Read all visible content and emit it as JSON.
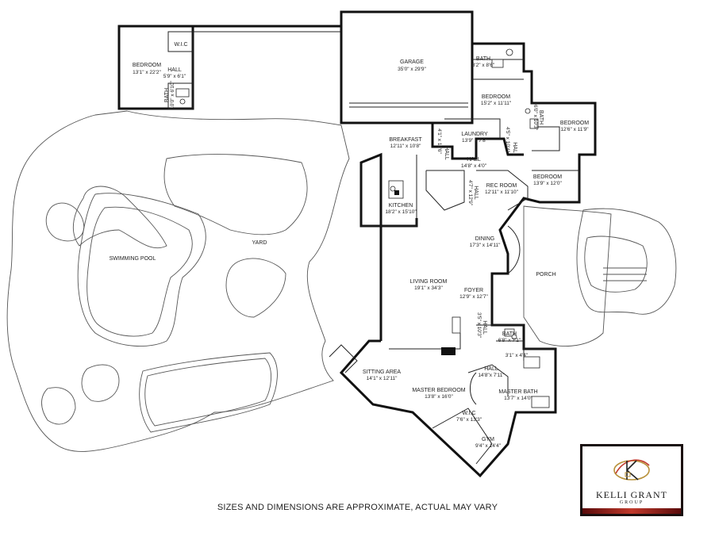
{
  "rooms": [
    {
      "id": "bedroom1",
      "name": "BEDROOM",
      "size": "13'1\" x 22'2\""
    },
    {
      "id": "wic1",
      "name": "W.I.C",
      "size": ""
    },
    {
      "id": "hall1",
      "name": "HALL",
      "size": "5'9\" x 6'1\""
    },
    {
      "id": "bath1",
      "name": "BATH",
      "size": "10'0\" x 6'10\""
    },
    {
      "id": "garage",
      "name": "GARAGE",
      "size": "35'0\" x 29'9\""
    },
    {
      "id": "bath2",
      "name": "BATH",
      "size": "8'2\" x 8'6\""
    },
    {
      "id": "bedroom2",
      "name": "BEDROOM",
      "size": "15'2\" x 11'11\""
    },
    {
      "id": "bath3",
      "name": "BATH",
      "size": "6'0\" x 10'3\""
    },
    {
      "id": "bedroom3",
      "name": "BEDROOM",
      "size": "12'6\" x 11'9\""
    },
    {
      "id": "breakfast",
      "name": "BREAKFAST",
      "size": "12'11\" x 10'8\""
    },
    {
      "id": "hall2",
      "name": "HALL",
      "size": "4'1\" x 11'6\""
    },
    {
      "id": "laundry",
      "name": "LAUNDRY",
      "size": "13'9\" x 7'8\""
    },
    {
      "id": "hall3",
      "name": "HALL",
      "size": "4'5\" x 10'4\""
    },
    {
      "id": "hall4",
      "name": "HALL",
      "size": "14'8\" x 4'0\""
    },
    {
      "id": "bedroom4",
      "name": "BEDROOM",
      "size": "13'9\" x 12'0\""
    },
    {
      "id": "hall5",
      "name": "HALL",
      "size": "4'7\" x 12'9\""
    },
    {
      "id": "recroom",
      "name": "REC ROOM",
      "size": "12'11\" x 11'10\""
    },
    {
      "id": "kitchen",
      "name": "KITCHEN",
      "size": "18'2\" x 15'10\""
    },
    {
      "id": "dining",
      "name": "DINING",
      "size": "17'3\" x 14'11\""
    },
    {
      "id": "yard",
      "name": "YARD",
      "size": ""
    },
    {
      "id": "pool",
      "name": "SWIMMING POOL",
      "size": ""
    },
    {
      "id": "porch",
      "name": "PORCH",
      "size": ""
    },
    {
      "id": "living",
      "name": "LIVING ROOM",
      "size": "19'1\" x 34'3\""
    },
    {
      "id": "foyer",
      "name": "FOYER",
      "size": "12'9\" x 12'7\""
    },
    {
      "id": "hall6",
      "name": "HALL",
      "size": "3'5\" x 10'3\""
    },
    {
      "id": "bath4",
      "name": "BATH",
      "size": "6'8\" x 7'1\""
    },
    {
      "id": "wc",
      "name": "",
      "size": "3'1\" x 4'4\""
    },
    {
      "id": "sitting",
      "name": "SITTING AREA",
      "size": "14'1\" x 12'11\""
    },
    {
      "id": "hall7",
      "name": "HALL",
      "size": "14'8\"x 7'11\""
    },
    {
      "id": "master",
      "name": "MASTER BEDROOM",
      "size": "13'8\" x 16'0\""
    },
    {
      "id": "masterbath",
      "name": "MASTER BATH",
      "size": "13'7\" x 14'0\""
    },
    {
      "id": "wic2",
      "name": "W.I.C",
      "size": "7'6\" x 13'3\""
    },
    {
      "id": "gym",
      "name": "GYM",
      "size": "9'4\" x 14'4\""
    }
  ],
  "disclaimer": "SIZES AND DIMENSIONS ARE APPROXIMATE, ACTUAL MAY VARY",
  "logo": {
    "line1": "KELLI GRANT",
    "line2": "GROUP",
    "accent": "#c0392b",
    "gold": "#b8913a"
  }
}
